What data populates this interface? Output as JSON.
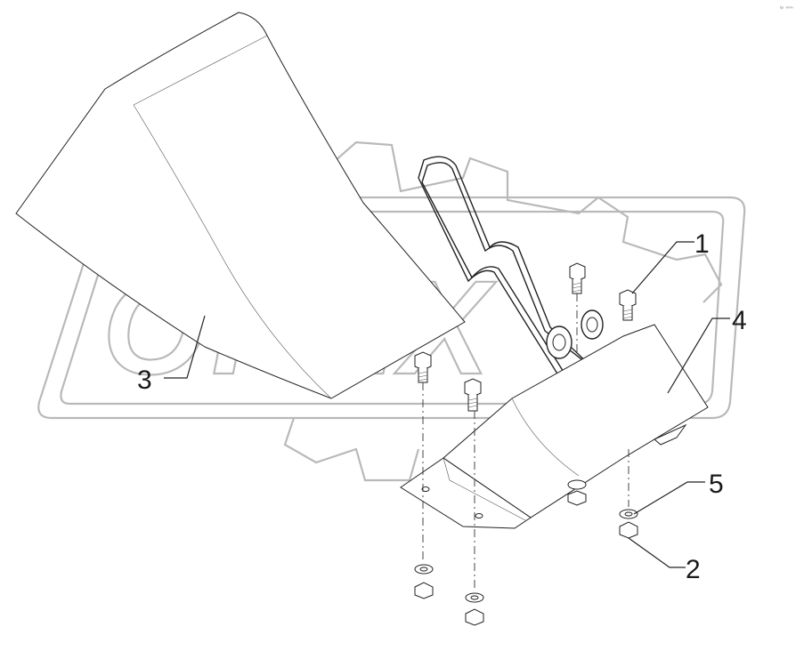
{
  "watermark": {
    "text": "OPEX"
  },
  "corner_mark": "ⁱᵖ ⁿⁿⁿ",
  "callouts": [
    {
      "id": "1",
      "label": "1"
    },
    {
      "id": "2",
      "label": "2"
    },
    {
      "id": "3",
      "label": "3"
    },
    {
      "id": "4",
      "label": "4"
    },
    {
      "id": "5",
      "label": "5"
    }
  ]
}
